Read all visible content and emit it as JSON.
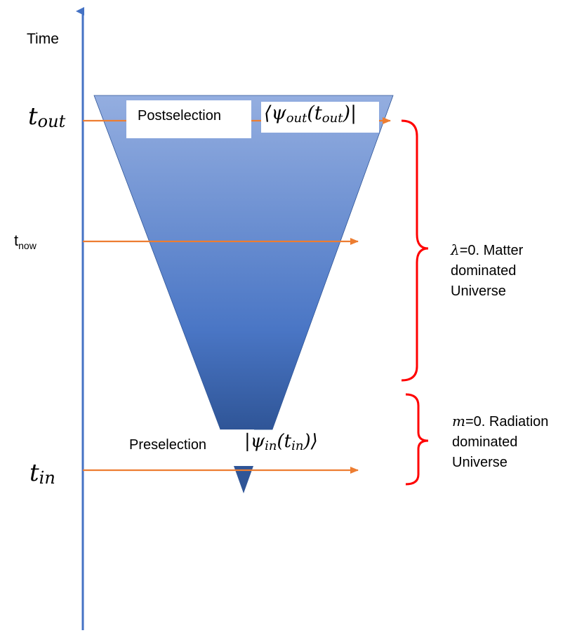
{
  "axis": {
    "title": "Time",
    "color": "#4472c4"
  },
  "markers": {
    "t_out": {
      "symbol": "t",
      "sub": "out"
    },
    "t_now": {
      "symbol": "t",
      "sub": "now"
    },
    "t_in": {
      "symbol": "t",
      "sub": "in"
    }
  },
  "arrow_color": "#ed7d31",
  "cone": {
    "top_color": "#94aee0",
    "mid_color": "#4a76c5",
    "bottom_color": "#2f5597"
  },
  "postselection": {
    "label": "Postselection",
    "state": "⟨ψ_out(t_out)|"
  },
  "preselection": {
    "label": "Preselection",
    "state": "|ψ_in(t_in)⟩"
  },
  "epochs": [
    {
      "symbol": "λ",
      "text": "=0. Matter dominated Universe"
    },
    {
      "symbol": "m",
      "text": "=0. Radiation dominated Universe"
    }
  ],
  "brace_color": "#ff0000"
}
